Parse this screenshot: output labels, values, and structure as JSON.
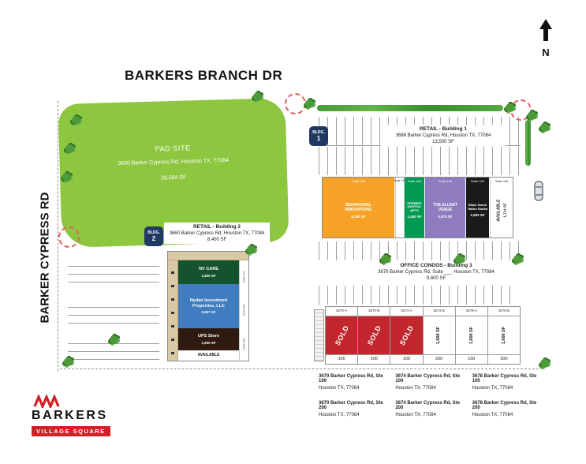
{
  "north_label": "N",
  "streets": {
    "top": "BARKERS BRANCH DR",
    "left": "BARKER CYPRESS RD"
  },
  "pad_site": {
    "title": "PAD SITE",
    "address": "3690 Barker Cypress Rd, Houston TX, 77084",
    "size": "26,384 SF"
  },
  "bldg1": {
    "badge_line1": "BLDG.",
    "badge_line2": "1",
    "heading": "RETAIL - Building 1",
    "address": "3686 Barker Cypress Rd, Houston TX, 77084",
    "size": "13,500 SF",
    "suites": [
      {
        "suite": "Suite 180",
        "name": "BEHAVIORAL INNOVATIONS",
        "size": "6,380 SF"
      },
      {
        "suite": "Suite 170",
        "name": "",
        "size": ""
      },
      {
        "suite": "Suite 160",
        "name": "PREMIER MARTIAL ARTS",
        "size": "1,440 SF"
      },
      {
        "suite": "Suite 140",
        "name": "THE ALLNAT VENUE",
        "size": "5,574 SF"
      },
      {
        "suite": "Suite 120",
        "name": "Black Swish Tattoo Studio",
        "size": "1,692 SF"
      },
      {
        "suite": "Suite 110",
        "name": "AVAILABLE",
        "size": "1,714 SF"
      }
    ]
  },
  "bldg2": {
    "badge_line1": "BLDG.",
    "badge_line2": "2",
    "heading": "RETAIL - Building 2",
    "address": "3660 Barker Cypress Rd, Houston TX, 77084",
    "size": "8,400 SF",
    "units": [
      {
        "name": "NV CARE",
        "size": "1,800 SF"
      },
      {
        "name": "Nydan Investment Properties, LLC",
        "size": "3,667 SF"
      },
      {
        "name": "UPS Store",
        "size": "1,600 SF"
      },
      {
        "name": "AVAILABLE",
        "size": ""
      }
    ],
    "side_suites": [
      "Suite 270",
      "Suite 250",
      "Suite 240"
    ]
  },
  "bldg3": {
    "heading": "OFFICE CONDOS - Building 3",
    "address": "3670 Barker Cypress Rd, Suite ___  Houston TX, 77084",
    "size": "9,600 SF",
    "units": [
      {
        "label": "3670-A",
        "status": "SOLD",
        "size": "",
        "number": "100"
      },
      {
        "label": "3670-B",
        "status": "SOLD",
        "size": "",
        "number": "200"
      },
      {
        "label": "3674-A",
        "status": "SOLD",
        "size": "",
        "number": "100"
      },
      {
        "label": "3674-B",
        "status": "",
        "size": "1,600 SF",
        "number": "200"
      },
      {
        "label": "3678-A",
        "status": "",
        "size": "1,600 SF",
        "number": "100"
      },
      {
        "label": "3678-B",
        "status": "",
        "size": "1,600 SF",
        "number": "200"
      }
    ]
  },
  "directory": [
    {
      "line1": "3670 Barker Cypress Rd, Ste 100",
      "line2": "Houston TX, 77084"
    },
    {
      "line1": "3674 Barker Cypress Rd, Ste 100",
      "line2": "Houston TX, 77084"
    },
    {
      "line1": "3678 Barker Cypress Rd, Ste 100",
      "line2": "Houston TX, 77084"
    },
    {
      "line1": "3670 Barker Cypress Rd, Ste 200",
      "line2": "Houston TX, 77084"
    },
    {
      "line1": "3674 Barker Cypress Rd, Ste 200",
      "line2": "Houston TX, 77084"
    },
    {
      "line1": "3678 Barker Cypress Rd, Ste 200",
      "line2": "Houston TX, 77084"
    }
  ],
  "logo": {
    "name": "BARKERS",
    "tagline": "VILLAGE SQUARE"
  },
  "colors": {
    "pad_green": "#8dc63f",
    "badge_navy": "#203864",
    "sold_red": "#c1272d",
    "suite_orange": "#f5a226",
    "suite_green": "#009a52",
    "suite_purple": "#8f7cc0",
    "suite_black": "#1a1a1a",
    "nv_green": "#15522e",
    "nydan_blue": "#3f7cc0",
    "ups_brown": "#2e1a10",
    "logo_red": "#d22027",
    "walkway_tan": "#d9c9a5"
  }
}
